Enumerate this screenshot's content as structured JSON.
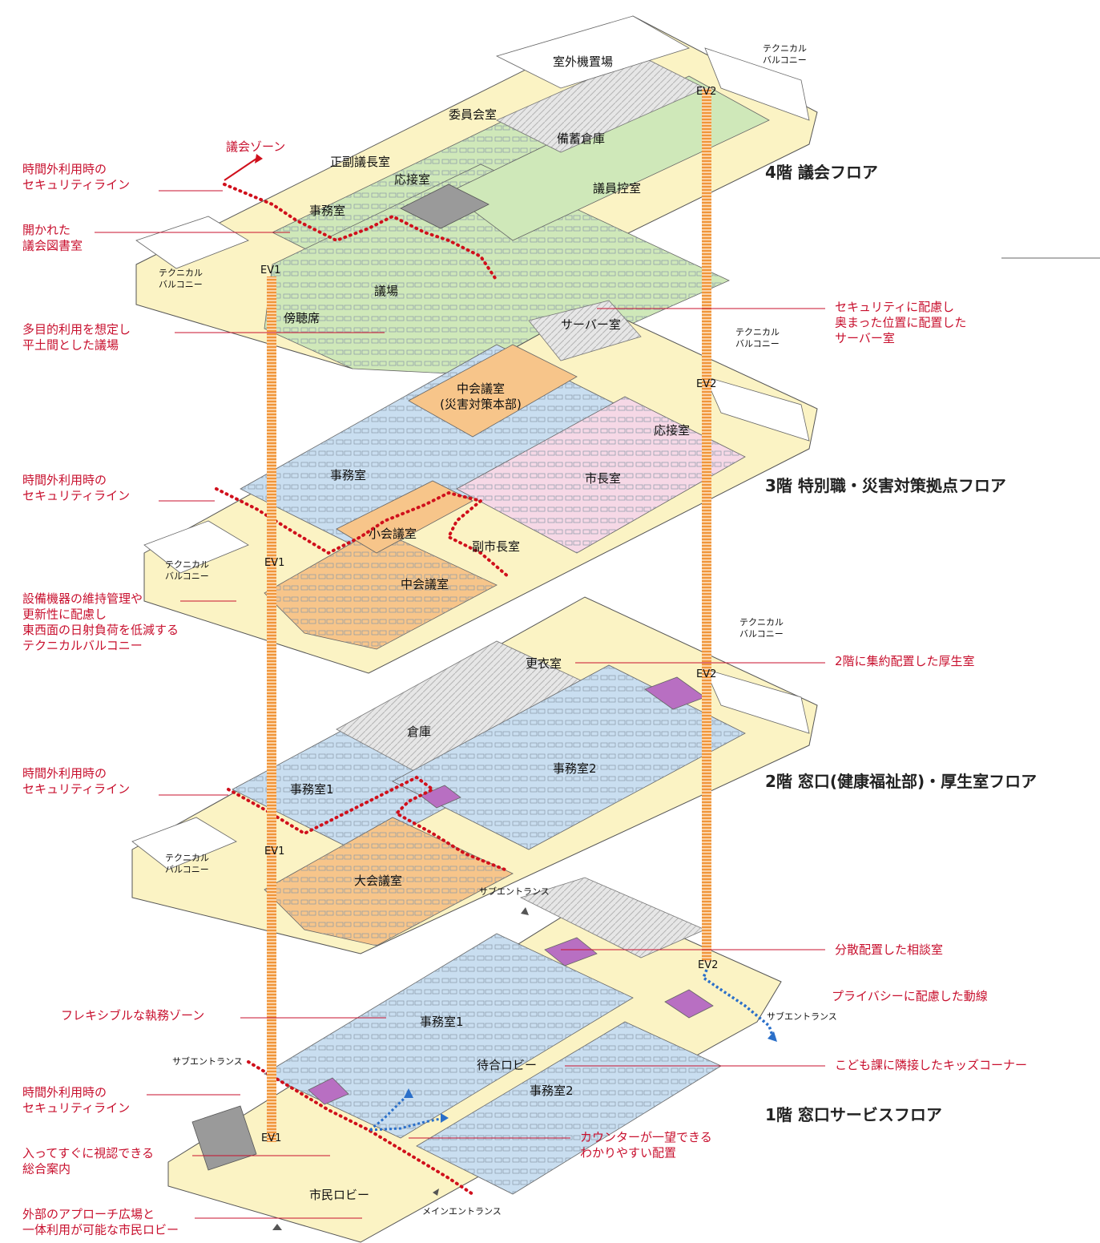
{
  "floors": [
    {
      "title": "4階 議会フロア",
      "rooms": [
        "室外機置場",
        "委員会室",
        "備蓄倉庫",
        "正副議長室",
        "応接室",
        "事務室",
        "議員控室",
        "議場",
        "傍聴席"
      ],
      "evs": [
        "EV1",
        "EV2"
      ],
      "balconies": [
        "テクニカル\nバルコニー",
        "テクニカル\nバルコニー"
      ],
      "zone_label": "議会ゾーン"
    },
    {
      "title": "3階 特別職・災害対策拠点フロア",
      "rooms": [
        "サーバー室",
        "中会議室\n(災害対策本部)",
        "応接室",
        "事務室",
        "市長室",
        "小会議室",
        "副市長室",
        "中会議室"
      ],
      "evs": [
        "EV1",
        "EV2"
      ],
      "balconies": [
        "テクニカル\nバルコニー",
        "テクニカル\nバルコニー"
      ]
    },
    {
      "title": "2階 窓口(健康福祉部)・厚生室フロア",
      "rooms": [
        "更衣室",
        "倉庫",
        "事務室2",
        "事務室1",
        "大会議室"
      ],
      "evs": [
        "EV1",
        "EV2"
      ],
      "balconies": [
        "テクニカル\nバルコニー",
        "テクニカル\nバルコニー"
      ]
    },
    {
      "title": "1階 窓口サービスフロア",
      "rooms": [
        "事務室1",
        "待合ロビー",
        "事務室2",
        "市民ロビー"
      ],
      "evs": [
        "EV1",
        "EV2"
      ],
      "entrances": [
        "サブエントランス",
        "サブエントランス",
        "サブエントランス",
        "メインエントランス"
      ]
    }
  ],
  "annotations_left": [
    "時間外利用時の\nセキュリティライン",
    "開かれた\n議会図書室",
    "多目的利用を想定し\n平土間とした議場",
    "時間外利用時の\nセキュリティライン",
    "設備機器の維持管理や\n更新性に配慮し\n東西面の日射負荷を低減する\nテクニカルバルコニー",
    "時間外利用時の\nセキュリティライン",
    "フレキシブルな執務ゾーン",
    "時間外利用時の\nセキュリティライン",
    "入ってすぐに視認できる\n総合案内",
    "外部のアプローチ広場と\n一体利用が可能な市民ロビー"
  ],
  "annotations_right": [
    "セキュリティに配慮し\n奥まった位置に配置した\nサーバー室",
    "2階に集約配置した厚生室",
    "分散配置した相談室",
    "プライバシーに配慮した動線",
    "こども課に隣接したキッズコーナー",
    "カウンターが一望できる\nわかりやすい配置"
  ],
  "colors": {
    "council_green": "#cfe8b9",
    "office_blue": "#c9def0",
    "meeting_orange": "#f7c58a",
    "executive_pink": "#f6d8e6",
    "corridor_yellow": "#fbf3c4",
    "storage_gray": "#d9d9d9",
    "consult_purple": "#b86fc2",
    "security_red": "#d0101c",
    "ev_orange": "#f0953a",
    "flow_blue": "#2a6fc9"
  }
}
